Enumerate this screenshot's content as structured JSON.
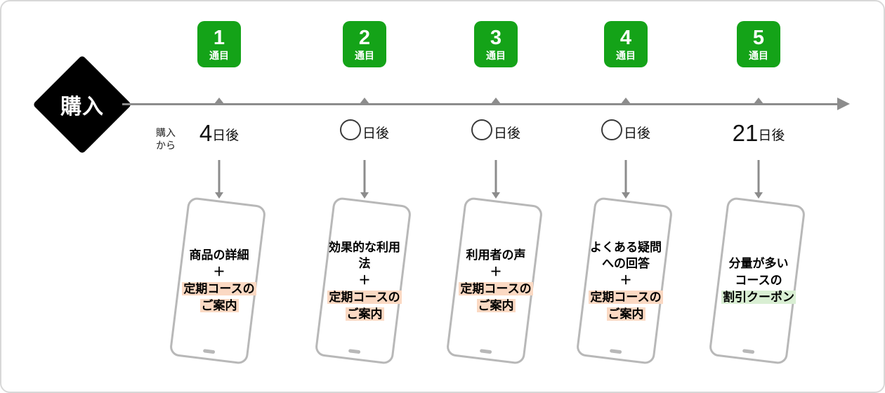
{
  "diagram": {
    "start_label": "購入",
    "origin_note": "購入\nから"
  },
  "steps": [
    {
      "badge_number": "1",
      "badge_unit": "通目",
      "day_value": "4",
      "day_suffix": "日後",
      "body": "商品の詳細\n＋",
      "highlight": "定期コースの\nご案内",
      "highlight_style": "peach"
    },
    {
      "badge_number": "2",
      "badge_unit": "通目",
      "day_value": "",
      "day_suffix": "日後",
      "body": "効果的な利用\n法\n＋",
      "highlight": "定期コースの\nご案内",
      "highlight_style": "peach"
    },
    {
      "badge_number": "3",
      "badge_unit": "通目",
      "day_value": "",
      "day_suffix": "日後",
      "body": "利用者の声\n＋",
      "highlight": "定期コースの\nご案内",
      "highlight_style": "peach"
    },
    {
      "badge_number": "4",
      "badge_unit": "通目",
      "day_value": "",
      "day_suffix": "日後",
      "body": "よくある疑問\nへの回答\n＋",
      "highlight": "定期コースの\nご案内",
      "highlight_style": "peach"
    },
    {
      "badge_number": "5",
      "badge_unit": "通目",
      "day_value": "21",
      "day_suffix": "日後",
      "body": "分量が多い\nコースの",
      "highlight": "割引クーポン",
      "highlight_style": "green"
    }
  ],
  "colors": {
    "badge_green": "#14a318",
    "highlight_peach": "#fbd9c3",
    "highlight_coupon_green": "#d9efd3",
    "timeline": "#8c8c8c",
    "phone_border": "#b8b8b8"
  }
}
